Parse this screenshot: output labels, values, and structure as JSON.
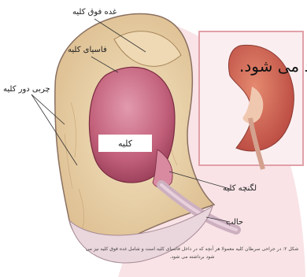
{
  "labels": {
    "adrenal": "غده فوق کلیه",
    "fascia": "فاسیای کلیه",
    "perirenal_fat": "چربی دور کلیه",
    "kidney": "کلیه",
    "renal_pelvis": "لگنچه کلیه",
    "ureter": "حالب"
  },
  "overlay_text": "د می شود.",
  "caption": "شکل ۲: در جراحی سرطان کلیه معمولا هر آنچه که در داخل فاسیای کلیه است و شامل غده فوق کلیه نیز می شود برداشته می شود.",
  "colors": {
    "kidney": "#c2607a",
    "fat": "#e9cfa0",
    "fascia_outline": "#8a7060",
    "ureter": "#cdb0c0",
    "inset_border": "#e1a0a8",
    "inset_kidney": "#c0544a"
  }
}
